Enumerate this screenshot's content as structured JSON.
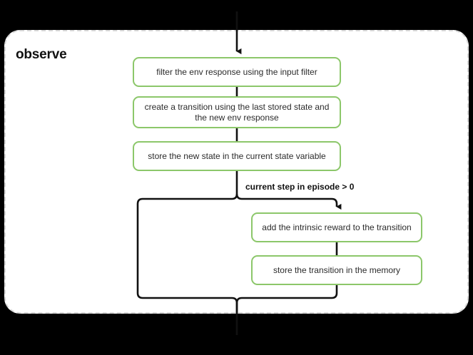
{
  "diagram": {
    "title": "observe",
    "background_color": "#000000",
    "panel_color": "#ffffff",
    "panel_border_color": "#d9d9d9",
    "node_border_color": "#8cc76a",
    "connector_color": "#111111",
    "type": "flowchart",
    "nodes": [
      {
        "id": "filter",
        "label": "filter the env response using the input filter"
      },
      {
        "id": "transition",
        "label": "create a transition using the last stored state and the new env response"
      },
      {
        "id": "store_state",
        "label": "store the new state in the current state variable"
      },
      {
        "id": "intrinsic",
        "label": "add the intrinsic reward to the transition"
      },
      {
        "id": "store_memory",
        "label": "store the transition in the memory"
      }
    ],
    "branch_label": "current step in episode > 0",
    "edges": [
      {
        "from": "entry",
        "to": "filter",
        "label": ""
      },
      {
        "from": "filter",
        "to": "transition",
        "label": ""
      },
      {
        "from": "transition",
        "to": "store_state",
        "label": ""
      },
      {
        "from": "store_state",
        "to": "intrinsic",
        "label": "current step in episode > 0"
      },
      {
        "from": "store_state",
        "to": "exit",
        "label": ""
      },
      {
        "from": "intrinsic",
        "to": "store_memory",
        "label": ""
      },
      {
        "from": "store_memory",
        "to": "exit",
        "label": ""
      }
    ]
  }
}
